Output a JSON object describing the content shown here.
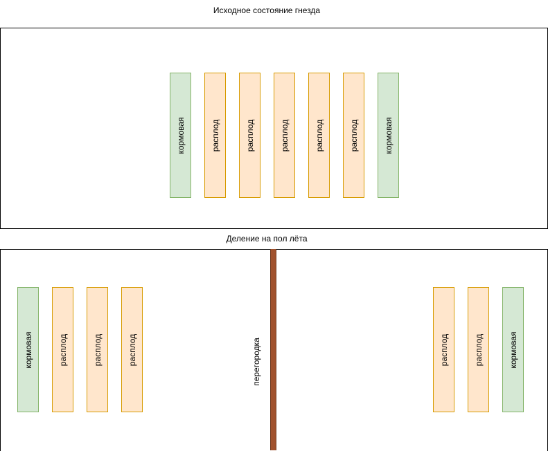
{
  "diagram": {
    "top": {
      "title": "Исходное состояние гнезда",
      "frames": [
        {
          "label": "кормовая",
          "kind": "feed"
        },
        {
          "label": "расплод",
          "kind": "brood"
        },
        {
          "label": "расплод",
          "kind": "brood"
        },
        {
          "label": "расплод",
          "kind": "brood"
        },
        {
          "label": "расплод",
          "kind": "brood"
        },
        {
          "label": "расплод",
          "kind": "brood"
        },
        {
          "label": "кормовая",
          "kind": "feed"
        }
      ]
    },
    "bottom": {
      "title": "Деление на пол лёта",
      "left_frames": [
        {
          "label": "кормовая",
          "kind": "feed"
        },
        {
          "label": "расплод",
          "kind": "brood"
        },
        {
          "label": "расплод",
          "kind": "brood"
        },
        {
          "label": "расплод",
          "kind": "brood"
        }
      ],
      "partition_label": "перегородка",
      "right_frames": [
        {
          "label": "расплод",
          "kind": "brood"
        },
        {
          "label": "расплод",
          "kind": "brood"
        },
        {
          "label": "кормовая",
          "kind": "feed"
        }
      ]
    }
  },
  "colors": {
    "feed_fill": "#d5e8d4",
    "feed_stroke": "#82b366",
    "brood_fill": "#ffe6cc",
    "brood_stroke": "#d79b00",
    "partition": "#a0522d"
  }
}
